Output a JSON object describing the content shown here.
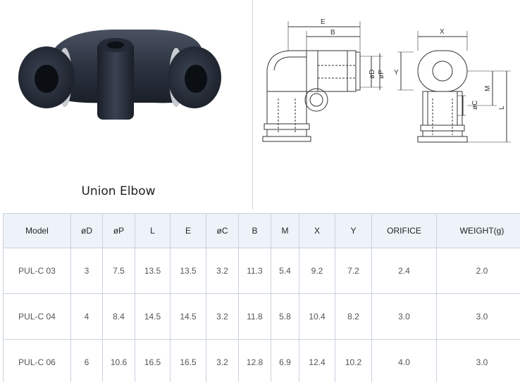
{
  "product": {
    "caption": "Union Elbow"
  },
  "drawing": {
    "labels": {
      "E": "E",
      "B": "B",
      "X": "X",
      "Y_left": "Y",
      "D": "øD",
      "P": "øP",
      "C": "øC",
      "M": "M",
      "L": "L"
    }
  },
  "table": {
    "headers": [
      "Model",
      "øD",
      "øP",
      "L",
      "E",
      "øC",
      "B",
      "M",
      "X",
      "Y",
      "ORIFICE",
      "WEIGHT(g)"
    ],
    "rows": [
      [
        "PUL-C 03",
        "3",
        "7.5",
        "13.5",
        "13.5",
        "3.2",
        "11.3",
        "5.4",
        "9.2",
        "7.2",
        "2.4",
        "2.0"
      ],
      [
        "PUL-C 04",
        "4",
        "8.4",
        "14.5",
        "14.5",
        "3.2",
        "11.8",
        "5.8",
        "10.4",
        "8.2",
        "3.0",
        "3.0"
      ],
      [
        "PUL-C 06",
        "6",
        "10.6",
        "16.5",
        "16.5",
        "3.2",
        "12.8",
        "6.9",
        "12.4",
        "10.2",
        "4.0",
        "3.0"
      ]
    ]
  },
  "colors": {
    "fitting_body": "#2c3340",
    "collet_ring": "#c8ccd2",
    "header_bg": "#eef3f9",
    "grid_line": "#c9d2de"
  }
}
